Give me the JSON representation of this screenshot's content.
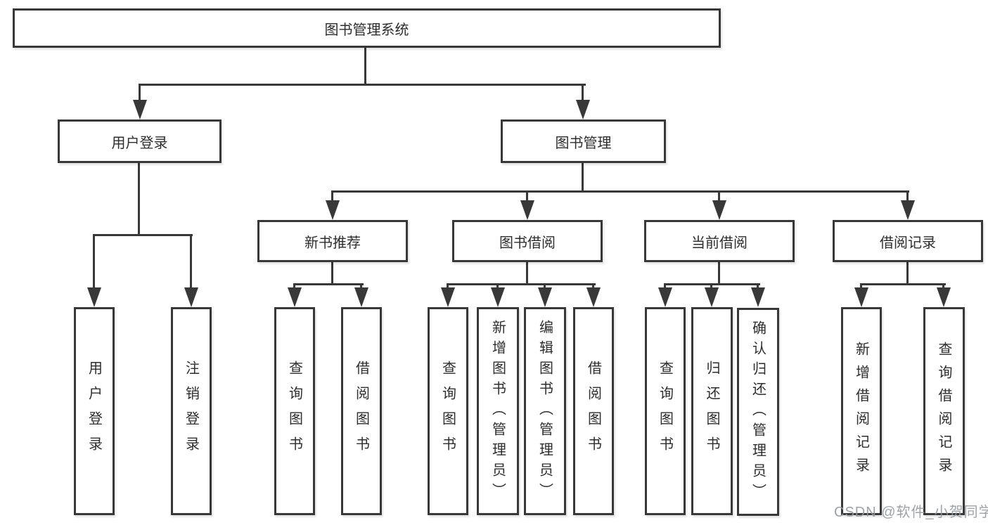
{
  "diagram": {
    "type": "hierarchy-tree",
    "root": {
      "label": "图书管理系统"
    },
    "branches": [
      {
        "label": "用户登录",
        "children": [
          {
            "label": "用户登录"
          },
          {
            "label": "注销登录"
          }
        ]
      },
      {
        "label": "图书管理",
        "children": [
          {
            "label": "新书推荐",
            "children": [
              {
                "label": "查询图书"
              },
              {
                "label": "借阅图书"
              }
            ]
          },
          {
            "label": "图书借阅",
            "children": [
              {
                "label": "查询图书"
              },
              {
                "label": "新增图书（管理员）"
              },
              {
                "label": "编辑图书（管理员）"
              },
              {
                "label": "借阅图书"
              }
            ]
          },
          {
            "label": "当前借阅",
            "children": [
              {
                "label": "查询图书"
              },
              {
                "label": "归还图书"
              },
              {
                "label": "确认归还（管理员）"
              }
            ]
          },
          {
            "label": "借阅记录",
            "children": [
              {
                "label": "新增借阅记录"
              },
              {
                "label": "查询借阅记录"
              }
            ]
          }
        ]
      }
    ]
  },
  "watermark": {
    "text": "CSDN @软件_小贺同学",
    "color": "#969a9e"
  },
  "colors": {
    "line": "#383838",
    "box_fill": "#ffffff",
    "text": "#2d2d2d",
    "background": "#ffffff"
  }
}
